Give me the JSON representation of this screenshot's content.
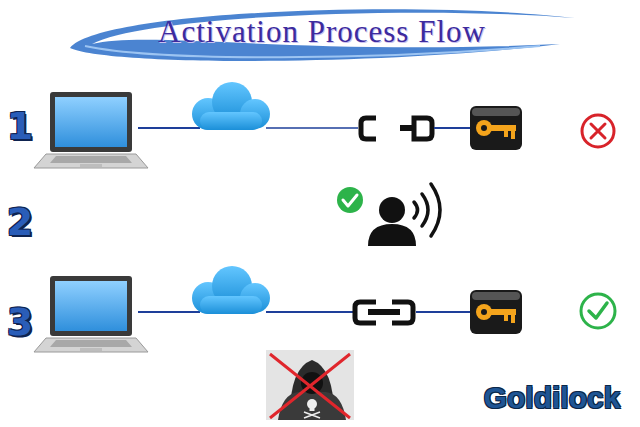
{
  "diagram": {
    "title": "Activation Process Flow",
    "labels": [
      "1",
      "2",
      "3",
      "Goldilock"
    ]
  }
}
